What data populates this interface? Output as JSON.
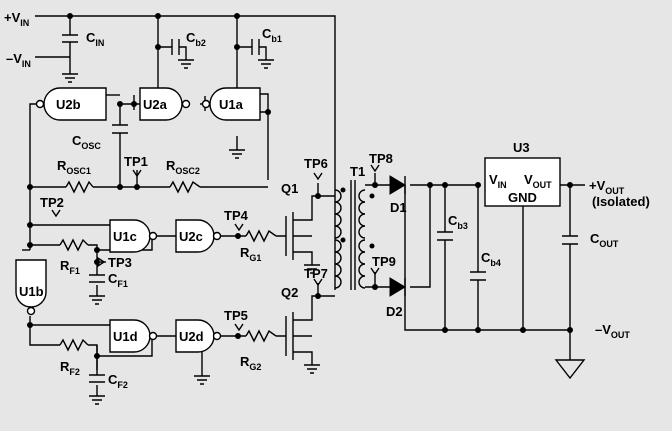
{
  "supply": {
    "vin_pos": "+V",
    "vin_pos_sub": "IN",
    "vin_neg": "–V",
    "vin_neg_sub": "IN"
  },
  "capacitors": {
    "cin": {
      "main": "C",
      "sub": "IN"
    },
    "cb2": {
      "main": "C",
      "sub": "b2"
    },
    "cb1": {
      "main": "C",
      "sub": "b1"
    },
    "cosc": {
      "main": "C",
      "sub": "OSC"
    },
    "cf1": {
      "main": "C",
      "sub": "F1"
    },
    "cf2": {
      "main": "C",
      "sub": "F2"
    },
    "cb3": {
      "main": "C",
      "sub": "b3"
    },
    "cb4": {
      "main": "C",
      "sub": "b4"
    },
    "cout": {
      "main": "C",
      "sub": "OUT"
    }
  },
  "resistors": {
    "rosc1": {
      "main": "R",
      "sub": "OSC1"
    },
    "rosc2": {
      "main": "R",
      "sub": "OSC2"
    },
    "rf1": {
      "main": "R",
      "sub": "F1"
    },
    "rf2": {
      "main": "R",
      "sub": "F2"
    },
    "rg1": {
      "main": "R",
      "sub": "G1"
    },
    "rg2": {
      "main": "R",
      "sub": "G2"
    }
  },
  "gates": {
    "u2b": "U2b",
    "u2a": "U2a",
    "u1a": "U1a",
    "u1b": "U1b",
    "u1c": "U1c",
    "u2c": "U2c",
    "u1d": "U1d",
    "u2d": "U2d"
  },
  "test_points": {
    "tp1": "TP1",
    "tp2": "TP2",
    "tp3": "TP3",
    "tp4": "TP4",
    "tp5": "TP5",
    "tp6": "TP6",
    "tp7": "TP7",
    "tp8": "TP8",
    "tp9": "TP9"
  },
  "transistors": {
    "q1": "Q1",
    "q2": "Q2"
  },
  "transformer": "T1",
  "diodes": {
    "d1": "D1",
    "d2": "D2"
  },
  "regulator": {
    "ref": "U3",
    "vin": "V",
    "vin_sub": "IN",
    "vout": "V",
    "vout_sub": "OUT",
    "gnd": "GND"
  },
  "output": {
    "pos": "+V",
    "pos_sub": "OUT",
    "isolated": "(Isolated)",
    "neg": "–V",
    "neg_sub": "OUT"
  }
}
